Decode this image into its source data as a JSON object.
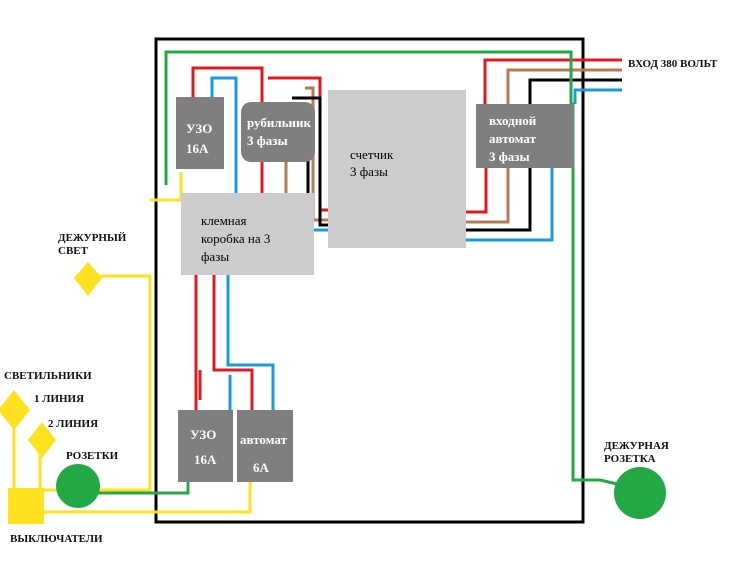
{
  "colors": {
    "phase_red": "#e0191f",
    "neutral_blue": "#1a9bd7",
    "ground_green": "#22a845",
    "switch_yellow": "#ffe11f",
    "phase_brown": "#b07b55",
    "phase_black": "#000000",
    "device_gray": "#7f7f7f",
    "meter_gray": "#cccccc"
  },
  "devices": {
    "uzo_top": {
      "line1": "УЗО",
      "line2": "16А"
    },
    "breaker_switch": {
      "line1": "рубильник",
      "line2": "3 фазы"
    },
    "meter": {
      "line1": "счетчик",
      "line2": "3 фазы"
    },
    "input_breaker": {
      "line1": "входной",
      "line2": "автомат",
      "line3": "3 фазы"
    },
    "terminal_box": {
      "line1": "клемная",
      "line2": "коробка на 3",
      "line3": "фазы"
    },
    "uzo_bottom": {
      "line1": "УЗО",
      "line2": "16А"
    },
    "breaker_bottom": {
      "line1": "автомат",
      "line2": "6А"
    }
  },
  "labels": {
    "input": "ВХОД 380 ВОЛЬТ",
    "duty_light_1": "ДЕЖУРНЫЙ",
    "duty_light_2": "СВЕТ",
    "lamps": "СВЕТИЛЬНИКИ",
    "line1": "1 ЛИНИЯ",
    "line2": "2 ЛИНИЯ",
    "sockets": "РОЗЕТКИ",
    "switches": "ВЫКЛЮЧАТЕЛИ",
    "duty_socket_1": "ДЕЖУРНАЯ",
    "duty_socket_2": "РОЗЕТКА"
  }
}
